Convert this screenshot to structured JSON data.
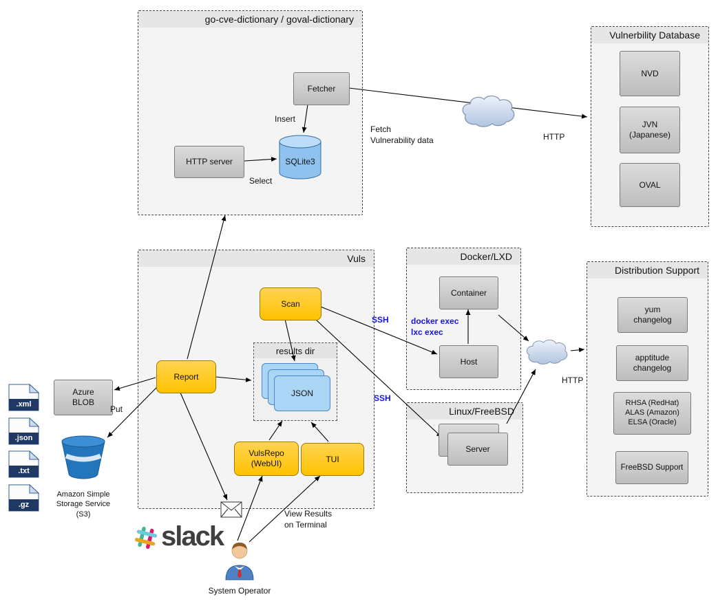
{
  "colors": {
    "accent_yellow": "#FFC200",
    "node_gray": "#C9C9C9",
    "doc_blue": "#ABD5F5",
    "link_label_blue": "#1414E6",
    "s3_blue": "#2476BC",
    "slack_text": "#3F3F3F"
  },
  "dict_group": {
    "title": "go-cve-dictionary / goval-dictionary",
    "fetcher": "Fetcher",
    "http_server": "HTTP server",
    "sqlite": "SQLite3"
  },
  "vulndb_group": {
    "title": "Vulnerbility Database",
    "items": [
      "NVD",
      "JVN\n(Japanese)",
      "OVAL"
    ]
  },
  "vuls_group": {
    "title": "Vuls",
    "scan": "Scan",
    "report": "Report",
    "results_dir_title": "results dir",
    "json_doc": "JSON",
    "vulsrepo": "VulsRepo\n(WebUI)",
    "tui": "TUI"
  },
  "docker_group": {
    "title": "Docker/LXD",
    "container": "Container",
    "host": "Host"
  },
  "linux_group": {
    "title": "Linux/FreeBSD",
    "server": "Server"
  },
  "dist_group": {
    "title": "Distribution Support",
    "items": [
      "yum\nchangelog",
      "apptitude\nchangelog",
      "RHSA (RedHat)\nALAS (Amazon)\nELSA (Oracle)",
      "FreeBSD Support"
    ]
  },
  "storage": {
    "azure_blob": "Azure\nBLOB",
    "s3_caption": "Amazon Simple\nStorage Service\n(S3)",
    "files": [
      ".xml",
      ".json",
      ".txt",
      ".gz"
    ]
  },
  "edge_labels": {
    "fetch_vuln": "Fetch\nVulnerability data",
    "http_top": "HTTP",
    "http_bottom": "HTTP",
    "insert": "Insert",
    "select": "Select",
    "ssh_docker": "SSH",
    "ssh_linux": "SSH",
    "docker_exec": "docker exec\nlxc exec",
    "put": "Put",
    "view_results": "View Results\non Terminal"
  },
  "bottom": {
    "slack_wordmark": "slack",
    "system_operator": "System Operator"
  }
}
